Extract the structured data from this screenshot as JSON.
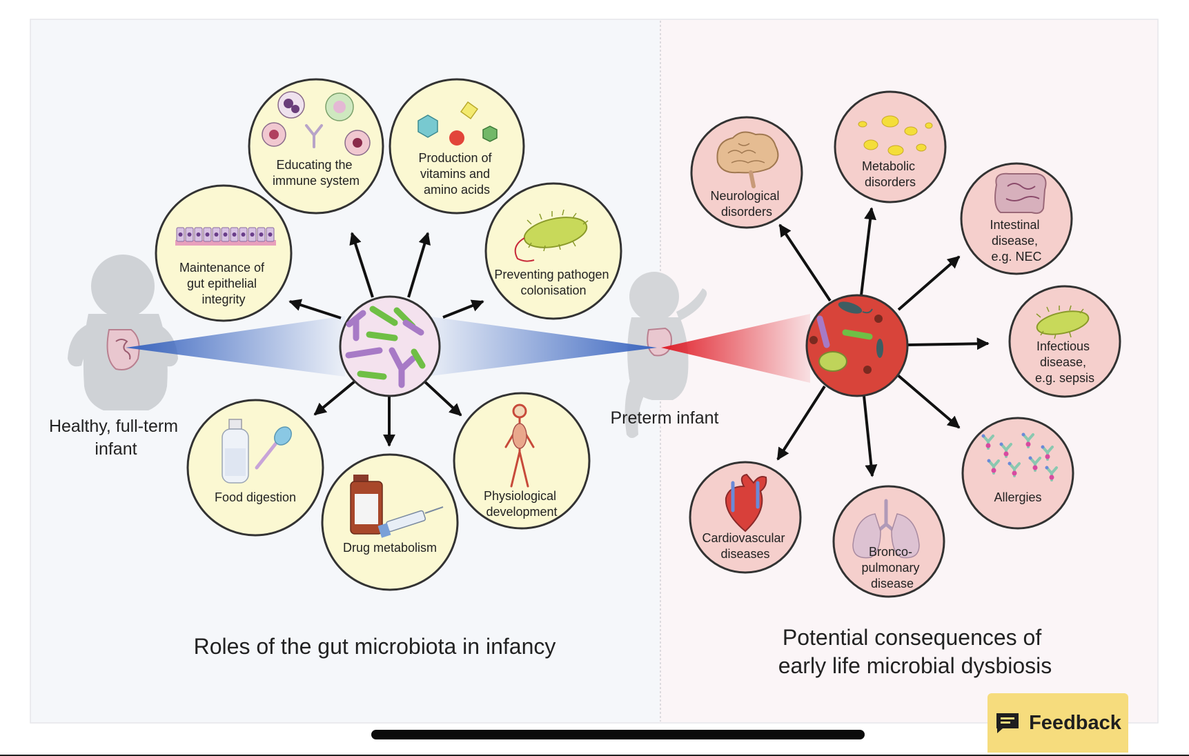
{
  "left_panel": {
    "title": "Roles of the gut microbiota in infancy",
    "infant_label_1": "Healthy, full-term",
    "infant_label_2": "infant",
    "roles": [
      {
        "lines": [
          "Educating the",
          "immune system"
        ],
        "icon": "immune-cells-icon"
      },
      {
        "lines": [
          "Production of",
          "vitamins and",
          "amino acids"
        ],
        "icon": "molecules-icon"
      },
      {
        "lines": [
          "Preventing pathogen",
          "colonisation"
        ],
        "icon": "bacterium-icon"
      },
      {
        "lines": [
          "Physiological",
          "development"
        ],
        "icon": "body-anatomy-icon"
      },
      {
        "lines": [
          "Drug metabolism"
        ],
        "icon": "medicine-syringe-icon"
      },
      {
        "lines": [
          "Food digestion"
        ],
        "icon": "bottle-spoon-icon"
      },
      {
        "lines": [
          "Maintenance of",
          "gut epithelial",
          "integrity"
        ],
        "icon": "epithelium-icon"
      }
    ]
  },
  "right_panel": {
    "title_line_1": "Potential consequences of",
    "title_line_2": "early life microbial dysbiosis",
    "infant_label": "Preterm infant",
    "consequences": [
      {
        "lines": [
          "Neurological",
          "disorders"
        ],
        "icon": "brain-icon"
      },
      {
        "lines": [
          "Metabolic",
          "disorders"
        ],
        "icon": "fat-droplets-icon"
      },
      {
        "lines": [
          "Intestinal",
          "disease,",
          "e.g. NEC"
        ],
        "icon": "intestine-icon"
      },
      {
        "lines": [
          "Infectious",
          "disease,",
          "e.g. sepsis"
        ],
        "icon": "bacterium-icon"
      },
      {
        "lines": [
          "Allergies"
        ],
        "icon": "antibody-icon"
      },
      {
        "lines": [
          "Bronco-",
          "pulmonary",
          "disease"
        ],
        "icon": "lungs-icon"
      },
      {
        "lines": [
          "Cardiovascular",
          "diseases"
        ],
        "icon": "heart-icon"
      }
    ]
  },
  "colors": {
    "left_bg": "#f5f7fa",
    "right_bg": "#fbf5f7",
    "role_circle": "#fbf8d2",
    "consequence_circle": "#f5cfcc",
    "healthy_microbiota": "#f4e2ee",
    "dysbiosis_microbiota": "#d8443a",
    "healthy_beam": "#3f6fc2",
    "dysbiosis_beam": "#e0202a",
    "feedback_bg": "#f6dc7d"
  },
  "feedback": {
    "label": "Feedback",
    "icon": "chat-bubble-icon"
  }
}
